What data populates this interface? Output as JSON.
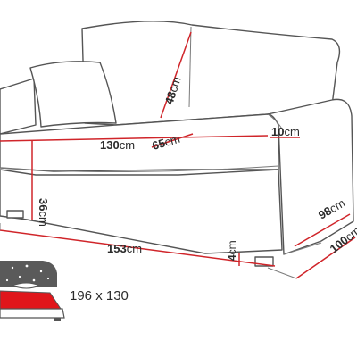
{
  "dimensions": {
    "seat_length": "130",
    "seat_length_unit": "cm",
    "seat_depth": "65",
    "seat_depth_unit": "cm",
    "back_height": "48",
    "back_height_unit": "cm",
    "armrest_width": "10",
    "armrest_width_unit": "cm",
    "seat_height": "36",
    "seat_height_unit": "cm",
    "total_width": "153",
    "total_width_unit": "cm",
    "leg_height": "4",
    "leg_height_unit": "cm",
    "side_depth": "98",
    "side_depth_unit": "cm",
    "total_depth": "100",
    "total_depth_unit": "cm",
    "bed_size": "196 x 130"
  },
  "colors": {
    "outline": "#555555",
    "dimension_line": "#d0252a",
    "bed_icon_dark": "#5a5a5a",
    "bed_icon_red": "#e0161b"
  }
}
